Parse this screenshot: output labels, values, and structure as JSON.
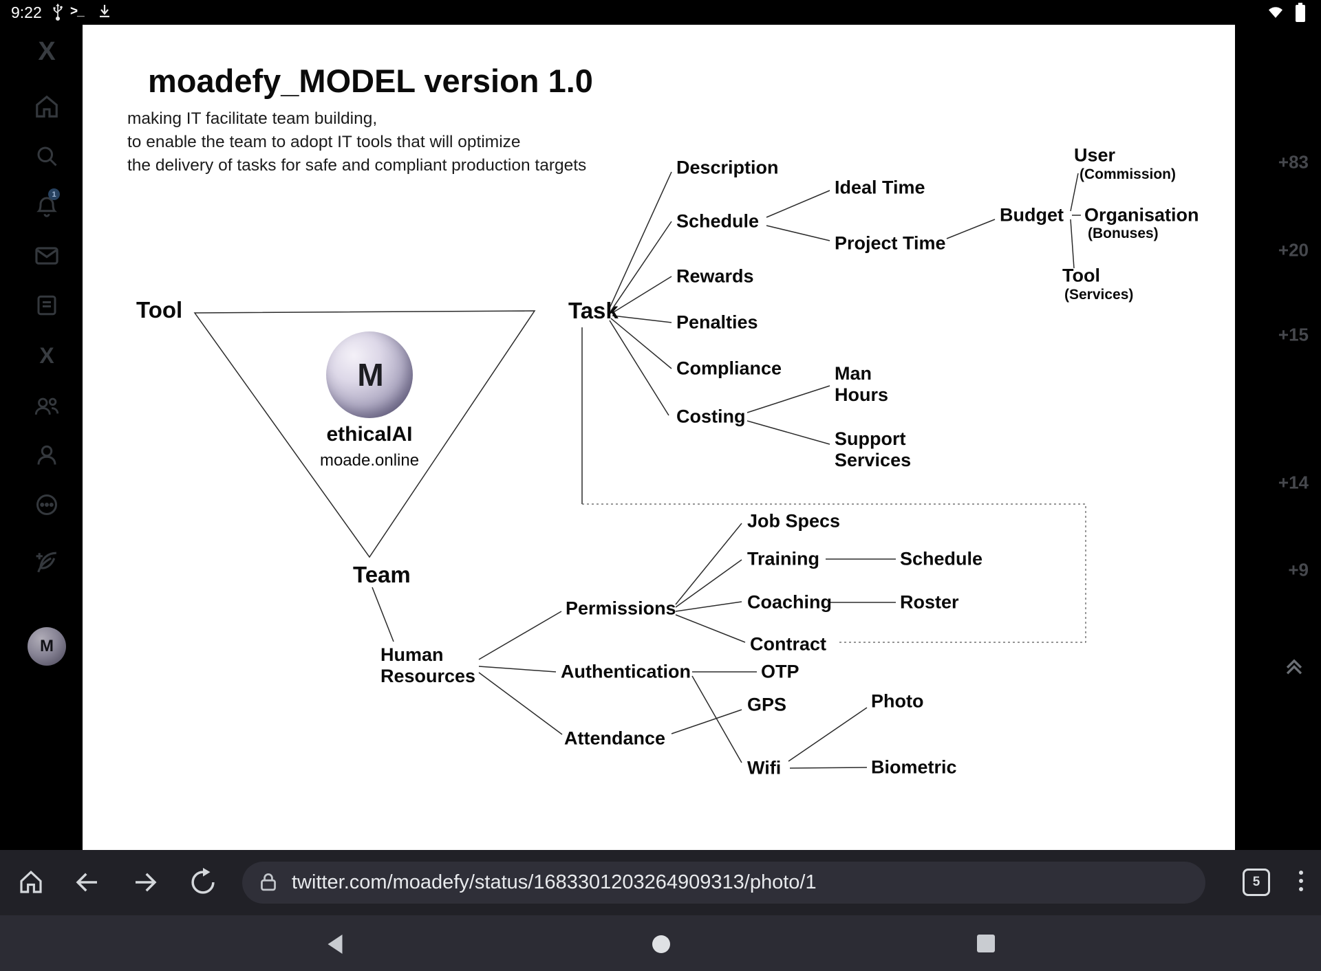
{
  "status": {
    "time": "9:22",
    "terminal": ">_"
  },
  "rail": {
    "badge": "1",
    "avatar_initial": "M"
  },
  "engagement": {
    "counts": [
      "+83",
      "+20",
      "+15",
      "+14",
      "+9"
    ]
  },
  "diagram": {
    "title": "moadefy_MODEL version 1.0",
    "subtitle": "making IT facilitate team building,\nto enable the team to adopt IT tools that will optimize\nthe delivery of tasks for safe and compliant production targets",
    "brand": "ethicalAI",
    "site": "moade.online",
    "logo_initial": "M",
    "labels": {
      "tool": "Tool",
      "task": "Task",
      "team": "Team",
      "description": "Description",
      "schedule": "Schedule",
      "ideal_time": "Ideal Time",
      "project_time": "Project Time",
      "budget": "Budget",
      "user": "User",
      "user_sub": "(Commission)",
      "organisation": "Organisation",
      "organisation_sub": "(Bonuses)",
      "tool_services": "Tool",
      "tool_services_sub": "(Services)",
      "rewards": "Rewards",
      "penalties": "Penalties",
      "compliance": "Compliance",
      "costing": "Costing",
      "man_hours": "Man\nHours",
      "support_services": "Support\nServices",
      "job_specs": "Job Specs",
      "training": "Training",
      "training_schedule": "Schedule",
      "coaching": "Coaching",
      "roster": "Roster",
      "contract": "Contract",
      "permissions": "Permissions",
      "human_resources": "Human\nResources",
      "authentication": "Authentication",
      "attendance": "Attendance",
      "otp": "OTP",
      "gps": "GPS",
      "wifi": "Wifi",
      "photo": "Photo",
      "biometric": "Biometric"
    },
    "edges": [
      "Task->Description",
      "Task->Schedule",
      "Task->Rewards",
      "Task->Penalties",
      "Task->Compliance",
      "Task->Costing",
      "Schedule->Ideal Time",
      "Schedule->Project Time",
      "Project Time->Budget",
      "Budget->User (Commission)",
      "Budget->Organisation (Bonuses)",
      "Budget->Tool (Services)",
      "Costing->Man Hours",
      "Costing->Support Services",
      "Team->Human Resources",
      "Human Resources->Permissions",
      "Human Resources->Authentication",
      "Human Resources->Attendance",
      "Permissions->Job Specs",
      "Permissions->Training",
      "Permissions->Coaching",
      "Permissions->Contract",
      "Training->Schedule",
      "Coaching->Roster",
      "Authentication->OTP",
      "Authentication->Wifi",
      "Attendance->GPS",
      "Wifi->Photo",
      "Wifi->Biometric"
    ]
  },
  "browser": {
    "url": "twitter.com/moadefy/status/1683301203264909313/photo/1",
    "tabs": "5"
  }
}
